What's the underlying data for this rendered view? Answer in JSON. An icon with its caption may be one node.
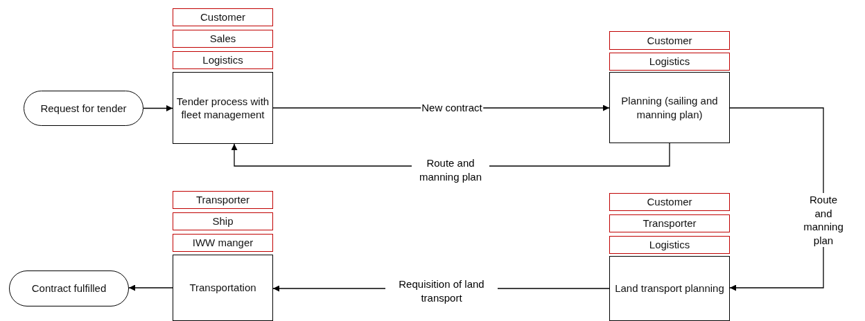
{
  "diagram": {
    "nodes": [
      {
        "text": [
          "Customer"
        ]
      },
      {
        "text": [
          "Sales"
        ]
      },
      {
        "text": [
          "Logistics"
        ]
      },
      {
        "text": [
          "Request for tender"
        ]
      },
      {
        "text": [
          "Tender process with fleet management"
        ]
      },
      {
        "text": [
          "Customer"
        ]
      },
      {
        "text": [
          "Logistics"
        ]
      },
      {
        "text": [
          "Planning (sailing and manning plan)"
        ]
      },
      {
        "text": [
          "Transporter"
        ]
      },
      {
        "text": [
          "Ship"
        ]
      },
      {
        "text": [
          "IWW manger"
        ]
      },
      {
        "text": [
          "Contract fulfilled"
        ]
      },
      {
        "text": [
          "Transportation"
        ]
      },
      {
        "text": [
          "Customer"
        ]
      },
      {
        "text": [
          "Transporter"
        ]
      },
      {
        "text": [
          "Logistics"
        ]
      },
      {
        "text": [
          "Land transport planning"
        ]
      }
    ],
    "edges": [
      {
        "from": 3,
        "to": 4,
        "arrow": "to"
      },
      {
        "from": 4,
        "to": 7,
        "arrow": "to",
        "label": "New contract"
      },
      {
        "from": 7,
        "to": 4,
        "arrow": "to",
        "label": "Route and manning plan"
      },
      {
        "from": 7,
        "to": 16,
        "arrow": "to",
        "label": "Route and manning plan"
      },
      {
        "from": 16,
        "to": 12,
        "arrow": "to",
        "label": "Requisition of land transport"
      },
      {
        "from": 12,
        "to": 11,
        "arrow": "to"
      }
    ]
  }
}
